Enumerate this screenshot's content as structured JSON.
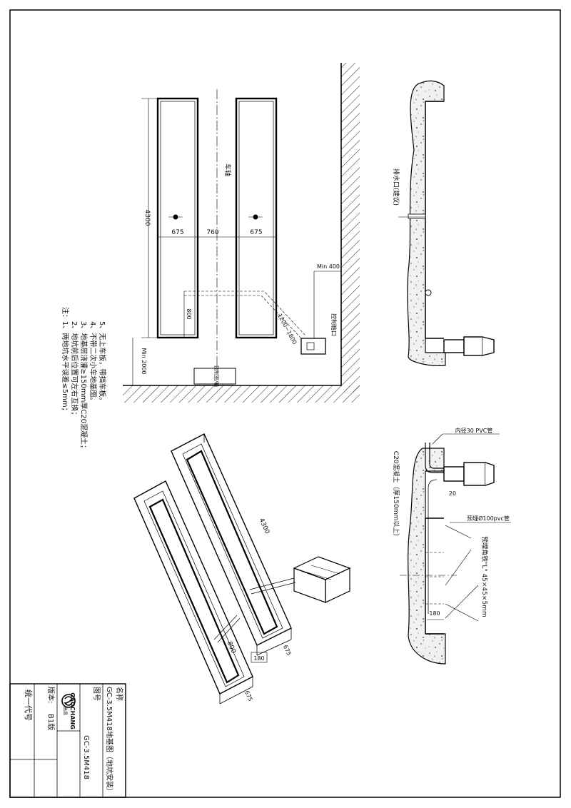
{
  "plan": {
    "label_length": "4300",
    "label_width_left": "675",
    "label_gap": "760",
    "label_width_right": "675",
    "label_800": "800",
    "label_min400": "Min 400",
    "label_min2000": "Min 2000",
    "label_diag": "1200~1800",
    "label_axle": "车轴",
    "label_control_box": "控制箱口",
    "label_control_room": "控制室/箱"
  },
  "notes": {
    "title": "注：",
    "items": [
      "1、两地坑水平误差≤5mm；",
      "2、地坑前后位置可左右互换；",
      "3、地基层浇灌≥150mm厚C20混凝土；",
      "4、不带二次小车地基图。",
      "5、无上车板，带挡车板。"
    ]
  },
  "section_top": {
    "label_drain": "排水口(建议)"
  },
  "section_bottom": {
    "label_pvc30": "内径30 PVC管",
    "label_c20": "C20混凝土（厚150mm以上）",
    "label_20": "20",
    "label_pvc100": "预埋Ø100pvc管",
    "label_angle": "预埋角铁\"L\" 45×45×5mm",
    "label_180": "180"
  },
  "iso": {
    "label_4300": "4300",
    "label_800": "800",
    "label_180": "180",
    "label_675a": "675",
    "label_675b": "675"
  },
  "title_block": {
    "name_label": "名称",
    "name_value": "GC-3.5M418地基图（地坑安装）",
    "drawing_no_label": "图号",
    "drawing_no_value": "GC-3.5M418",
    "version_label": "版本:",
    "version_value": "B1版",
    "unified_code_label": "统一代号",
    "logo_cn": "高昌",
    "logo_en": "GAOCHANG"
  }
}
